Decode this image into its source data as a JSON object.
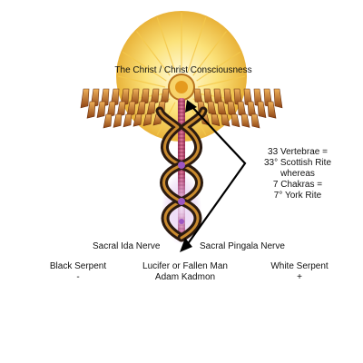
{
  "labels": {
    "top": "The Christ / Christ Consciousness",
    "vertebrae": [
      "33 Vertebrae =",
      "33° Scottish Rite",
      "whereas",
      "7 Chakras =",
      "7° York Rite"
    ],
    "ida": "Sacral Ida Nerve",
    "pingala": "Sacral Pingala Nerve",
    "black_serpent": [
      "Black Serpent",
      "-"
    ],
    "center_bottom": [
      "Lucifer or Fallen Man",
      "Adam Kadmon"
    ],
    "white_serpent": [
      "White Serpent",
      "+"
    ]
  },
  "colors": {
    "sun_core": "#fdf6c4",
    "sun_edge": "#e8b43a",
    "wing": "#a85a1e",
    "wing_light": "#e8a24a",
    "staff": "#c9557a",
    "serpent_dark": "#2b1a10",
    "serpent_gold": "#c98a2e",
    "glow": "#d8a6e6",
    "arrow": "#000000"
  },
  "icons": [
    "sun-icon",
    "wings-icon",
    "staff-icon",
    "serpent-icon"
  ]
}
